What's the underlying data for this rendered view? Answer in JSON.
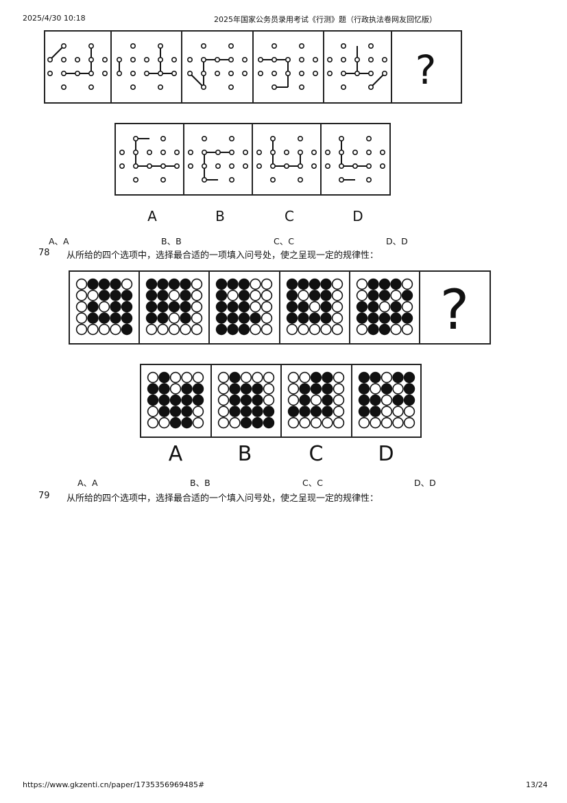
{
  "header": {
    "datetime": "2025/4/30 10:18",
    "title": "2025年国家公务员录用考试《行测》题（行政执法卷网友回忆版）"
  },
  "figure1": {
    "question_mark": "?",
    "option_labels": [
      "A",
      "B",
      "C",
      "D"
    ]
  },
  "q77_options": [
    "A、A",
    "B、B",
    "C、C",
    "D、D"
  ],
  "q78": {
    "number": "78",
    "text": "从所给的四个选项中，选择最合适的一项填入问号处，使之呈现一定的规律性：",
    "question_mark": "?",
    "option_labels": [
      "A",
      "B",
      "C",
      "D"
    ],
    "options": [
      "A、A",
      "B、B",
      "C、C",
      "D、D"
    ]
  },
  "q79": {
    "number": "79",
    "text": "从所给的四个选项中，选择最合适的一个填入问号处，使之呈现一定的规律性："
  },
  "footer": {
    "url": "https://www.gkzenti.cn/paper/1735356969485#",
    "page": "13/24"
  }
}
